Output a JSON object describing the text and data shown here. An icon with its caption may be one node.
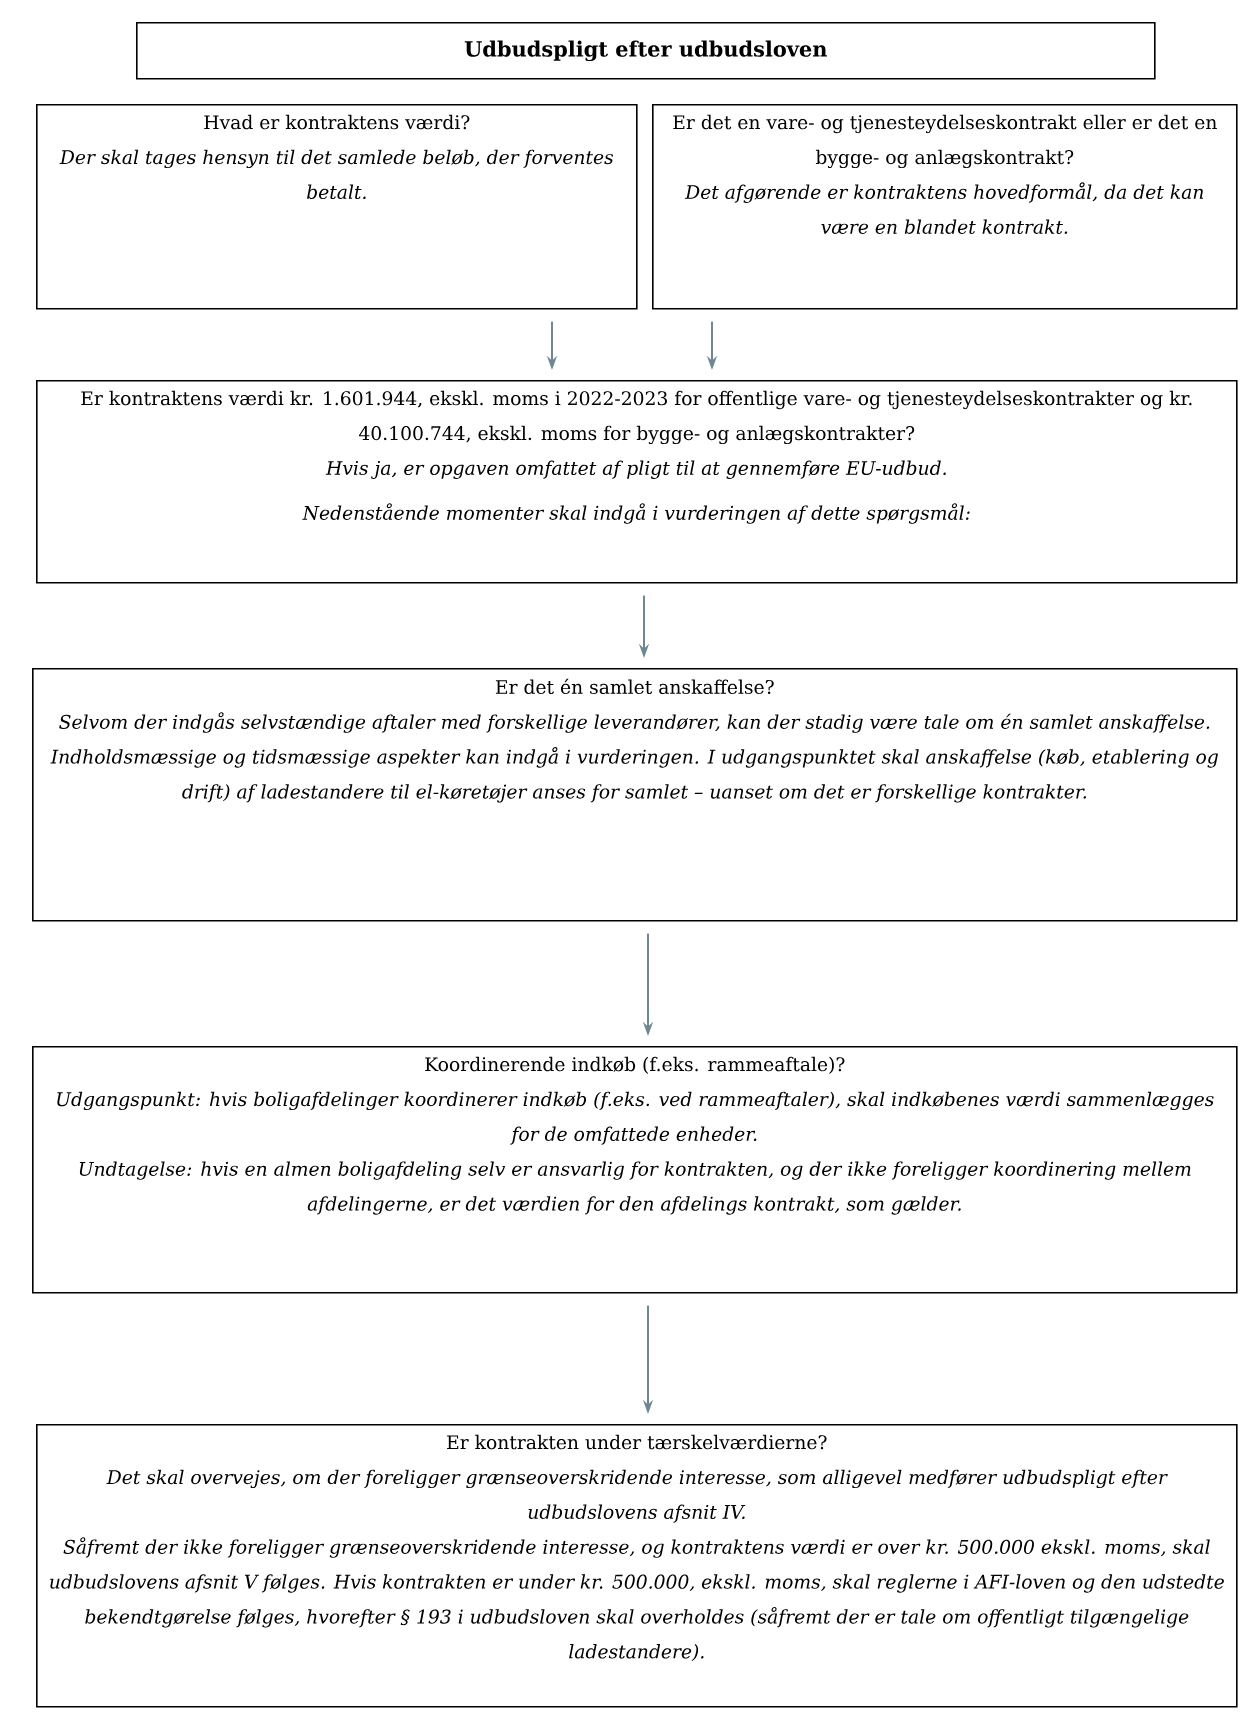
{
  "diagram": {
    "nodes": [
      {
        "text": [
          "Udbudspligt efter udbudsloven"
        ]
      },
      {
        "text": [
          "Hvad er kontraktens værdi?",
          "Der skal tages hensyn til det samlede beløb, der forventes betalt."
        ]
      },
      {
        "text": [
          "Er det en vare- og tjenesteydelseskontrakt eller er det en bygge- og anlægskontrakt?",
          "Det afgørende er kontraktens hovedformål, da det kan være en blandet kontrakt."
        ]
      },
      {
        "text": [
          "Er kontraktens værdi kr. 1.601.944, ekskl. moms i 2022-2023 for offentlige vare- og tjenesteydelseskontrakter og kr. 40.100.744, ekskl. moms for bygge- og anlægskontrakter?",
          "Hvis ja, er opgaven omfattet af pligt til at gennemføre EU-udbud.",
          "Nedenstående momenter skal indgå i vurderingen af dette spørgsmål:"
        ]
      },
      {
        "text": [
          "Er det én samlet anskaffelse?",
          "Selvom der indgås selvstændige aftaler med forskellige leverandører, kan der stadig være tale om én samlet anskaffelse. Indholdsmæssige og tidsmæssige aspekter kan indgå i vurderingen. I udgangspunktet skal anskaffelse (køb, etablering og drift) af ladestandere til el-køretøjer anses for samlet – uanset om det er forskellige kontrakter."
        ]
      },
      {
        "text": [
          "Koordinerende indkøb (f.eks. rammeaftale)?",
          "Udgangspunkt: hvis boligafdelinger koordinerer indkøb (f.eks. ved rammeaftaler), skal indkøbenes værdi sammenlægges for de omfattede enheder.",
          "Undtagelse: hvis en almen boligafdeling selv er ansvarlig for kontrakten, og der ikke foreligger koordinering mellem afdelingerne, er det værdien for den afdelings kontrakt, som gælder."
        ]
      },
      {
        "text": [
          "Er kontrakten under tærskelværdierne?",
          "Det skal overvejes, om der foreligger grænseoverskridende interesse, som alligevel medfører udbudspligt efter udbudslovens afsnit IV.",
          "Såfremt der ikke foreligger grænseoverskridende interesse, og kontraktens værdi er over kr. 500.000 ekskl. moms, skal udbudslovens afsnit V følges. Hvis kontrakten er under kr. 500.000, ekskl. moms, skal reglerne i AFI-loven og den udstedte bekendtgørelse følges, hvorefter § 193 i udbudsloven skal overholdes (såfremt der er tale om offentligt tilgængelige ladestandere)."
        ]
      }
    ],
    "edges": [
      {
        "from": 1,
        "to": 3,
        "arrow": "to"
      },
      {
        "from": 2,
        "to": 3,
        "arrow": "to"
      },
      {
        "from": 3,
        "to": 4,
        "arrow": "to"
      },
      {
        "from": 4,
        "to": 5,
        "arrow": "to"
      },
      {
        "from": 5,
        "to": 6,
        "arrow": "to"
      }
    ]
  }
}
